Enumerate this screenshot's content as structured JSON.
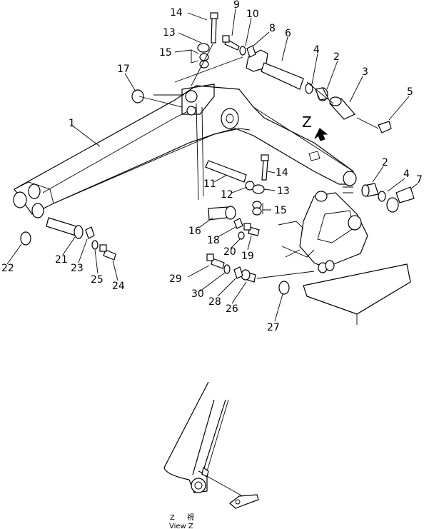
{
  "part_numbers": [
    "1",
    "2",
    "2",
    "3",
    "4",
    "4",
    "5",
    "6",
    "7",
    "8",
    "9",
    "10",
    "11",
    "12",
    "13",
    "13",
    "14",
    "14",
    "15",
    "15",
    "16",
    "17",
    "18",
    "19",
    "20",
    "21",
    "22",
    "23",
    "24",
    "25",
    "26",
    "27",
    "28",
    "29",
    "30"
  ],
  "view_marker": "Z",
  "caption": {
    "line1_letter": "Z",
    "line1_mark": "視",
    "line2": "View  Z"
  }
}
